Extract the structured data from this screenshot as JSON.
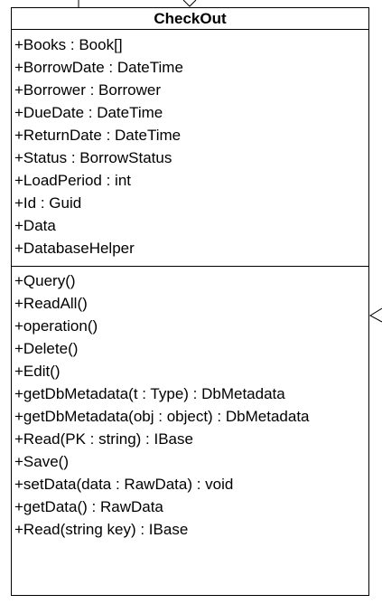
{
  "class": {
    "name": "CheckOut",
    "attributes": [
      "+Books : Book[]",
      "+BorrowDate : DateTime",
      "+Borrower : Borrower",
      "+DueDate : DateTime",
      "+ReturnDate : DateTime",
      "+Status : BorrowStatus",
      "+LoadPeriod : int",
      "+Id : Guid",
      "+Data",
      "+DatabaseHelper"
    ],
    "operations": [
      "+Query()",
      "+ReadAll()",
      "+operation()",
      "+Delete()",
      "+Edit()",
      "+getDbMetadata(t : Type) : DbMetadata",
      "+getDbMetadata(obj : object) : DbMetadata",
      "+Read(PK : string) : IBase",
      "+Save()",
      "+setData(data : RawData) : void",
      "+getData() : RawData",
      "+Read(string key) : IBase"
    ]
  },
  "colors": {
    "line": "#000000",
    "background": "#ffffff"
  }
}
